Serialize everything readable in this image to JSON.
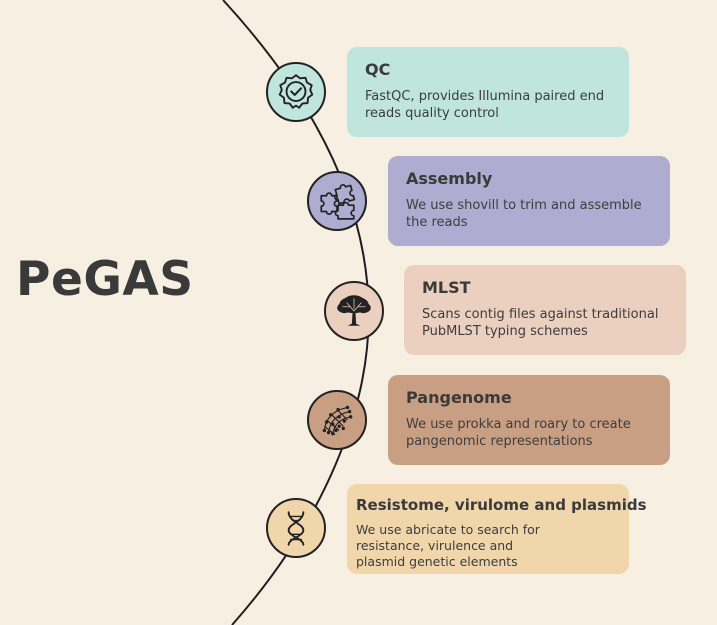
{
  "title": "PeGAS",
  "colors": {
    "background": "#f7efe2",
    "qc": "#bfe5dc",
    "assembly": "#aeacd0",
    "mlst": "#ebd0c0",
    "pangenome": "#c99f84",
    "resistome": "#f1d6ab"
  },
  "steps": [
    {
      "title": "QC",
      "description": "FastQC, provides Illumina paired end reads quality control",
      "icon": "quality-badge-icon"
    },
    {
      "title": "Assembly",
      "description": "We use shovill to trim and assemble the reads",
      "icon": "puzzle-icon"
    },
    {
      "title": "MLST",
      "description": "Scans contig files against traditional PubMLST typing schemes",
      "icon": "tree-icon"
    },
    {
      "title": "Pangenome",
      "description": "We use prokka and roary to create pangenomic representations",
      "icon": "network-icon"
    },
    {
      "title": "Resistome, virulome and plasmids",
      "description": "We use abricate to search for resistance, virulence and plasmid genetic elements",
      "icon": "dna-icon"
    }
  ]
}
